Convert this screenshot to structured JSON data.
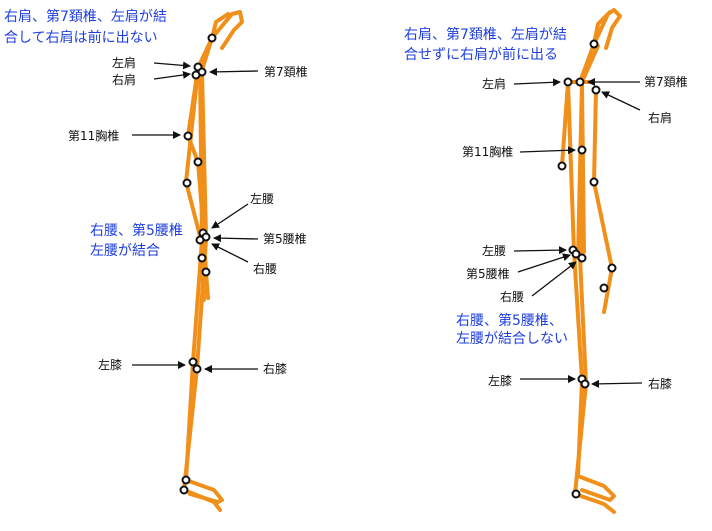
{
  "left": {
    "caption_1": "右肩、第7頚椎、左肩が結",
    "caption_2": "合して右肩は前に出ない",
    "caption_3": "右腰、第5腰椎",
    "caption_4": "左腰が結合",
    "labels": {
      "left_shoulder": "左肩",
      "right_shoulder": "右肩",
      "c7": "第7頚椎",
      "t11": "第11胸椎",
      "left_hip": "左腰",
      "l5": "第5腰椎",
      "right_hip": "右腰",
      "left_knee": "左膝",
      "right_knee": "右膝"
    }
  },
  "right": {
    "caption_1": "右肩、第7頚椎、左肩が結",
    "caption_2": "合せずに右肩が前に出る",
    "caption_3": "右腰、第5腰椎、",
    "caption_4": "左腰が結合しない",
    "labels": {
      "left_shoulder": "左肩",
      "c7": "第7頚椎",
      "right_shoulder": "右肩",
      "t11": "第11胸椎",
      "left_hip": "左腰",
      "l5": "第5腰椎",
      "right_hip": "右腰",
      "left_knee": "左膝",
      "right_knee": "右膝"
    }
  },
  "colors": {
    "bone": "#f0901a",
    "joint": "#111111",
    "arrow": "#111111",
    "caption": "#1f3fe0"
  }
}
